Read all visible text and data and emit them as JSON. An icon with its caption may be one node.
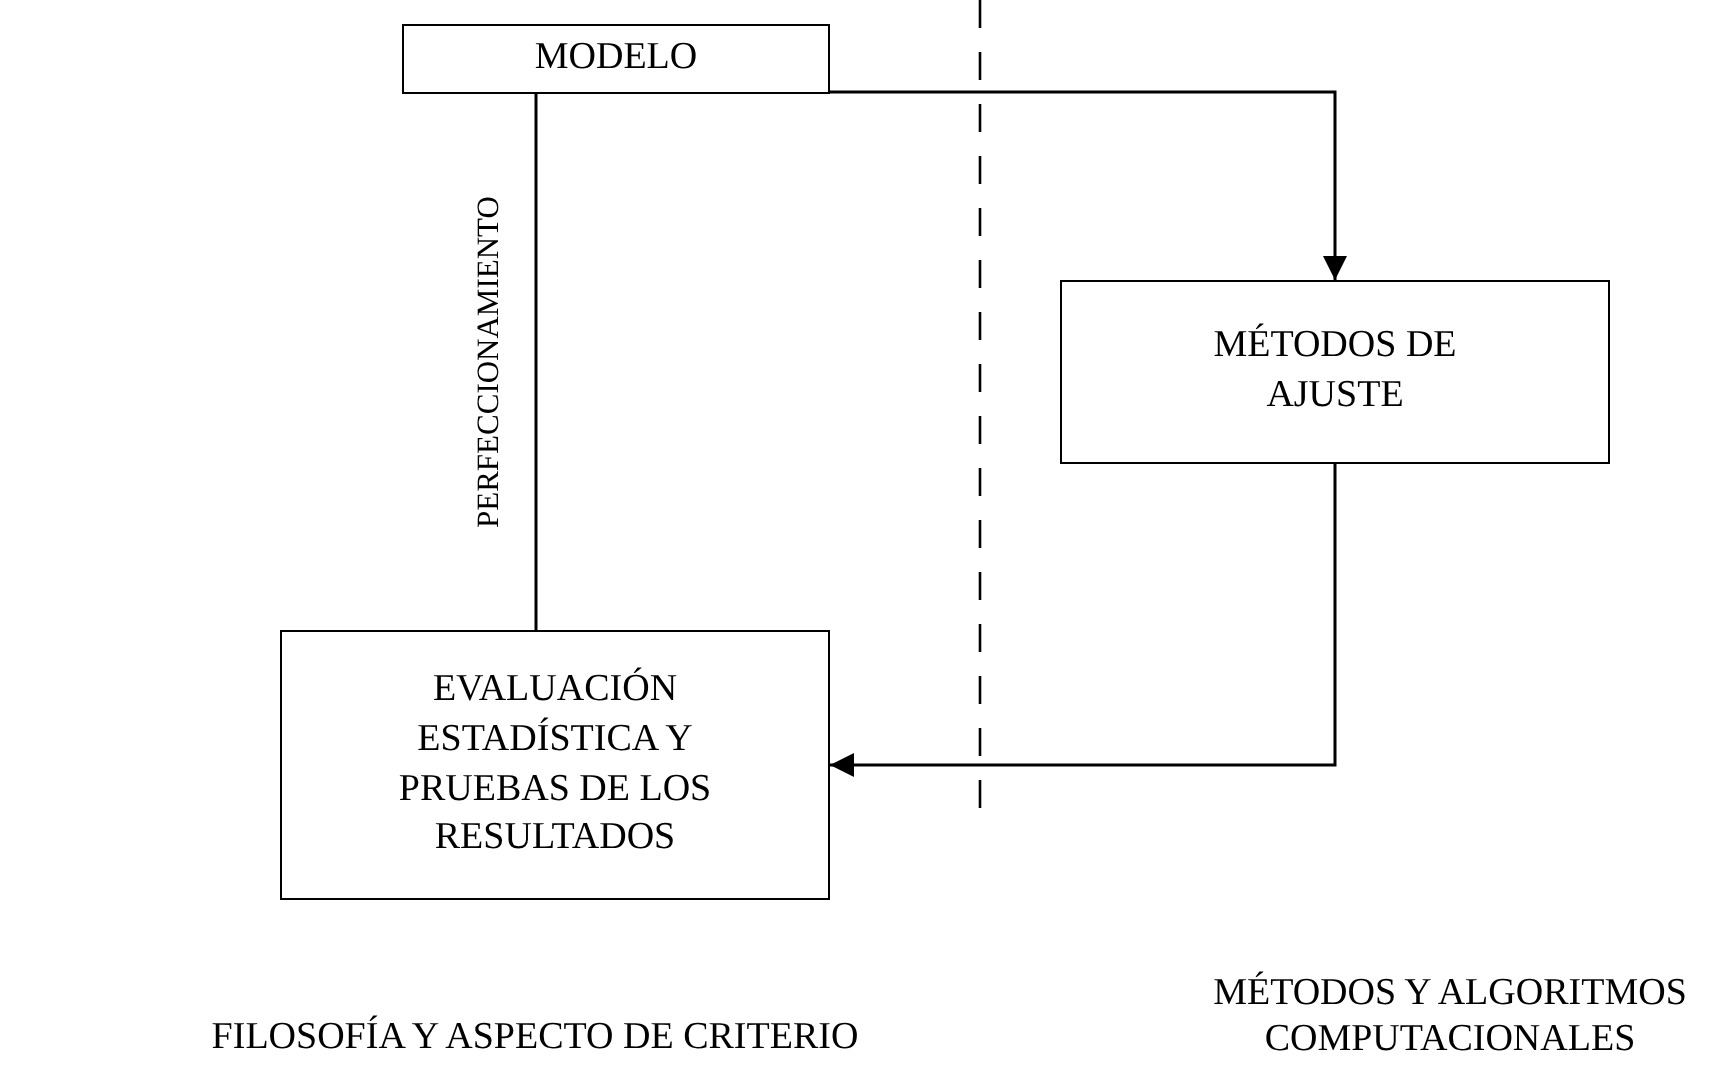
{
  "diagram": {
    "nodes": [
      {
        "text": [
          "MODELO"
        ]
      },
      {
        "text": [
          "MÉTODOS DE AJUSTE"
        ]
      },
      {
        "text": [
          "EVALUACIÓN ESTADÍSTICA Y PRUEBAS DE LOS RESULTADOS"
        ]
      }
    ],
    "edges": [
      {
        "from": 0,
        "to": 2,
        "arrow": "none",
        "label": "PERFECCIONAMIENTO"
      },
      {
        "from": 0,
        "to": 1,
        "arrow": "to"
      },
      {
        "from": 1,
        "to": 2,
        "arrow": "to"
      }
    ],
    "labels": [
      "FILOSOFÍA Y ASPECTO DE CRITERIO",
      "MÉTODOS Y ALGORITMOS COMPUTACIONALES"
    ]
  }
}
